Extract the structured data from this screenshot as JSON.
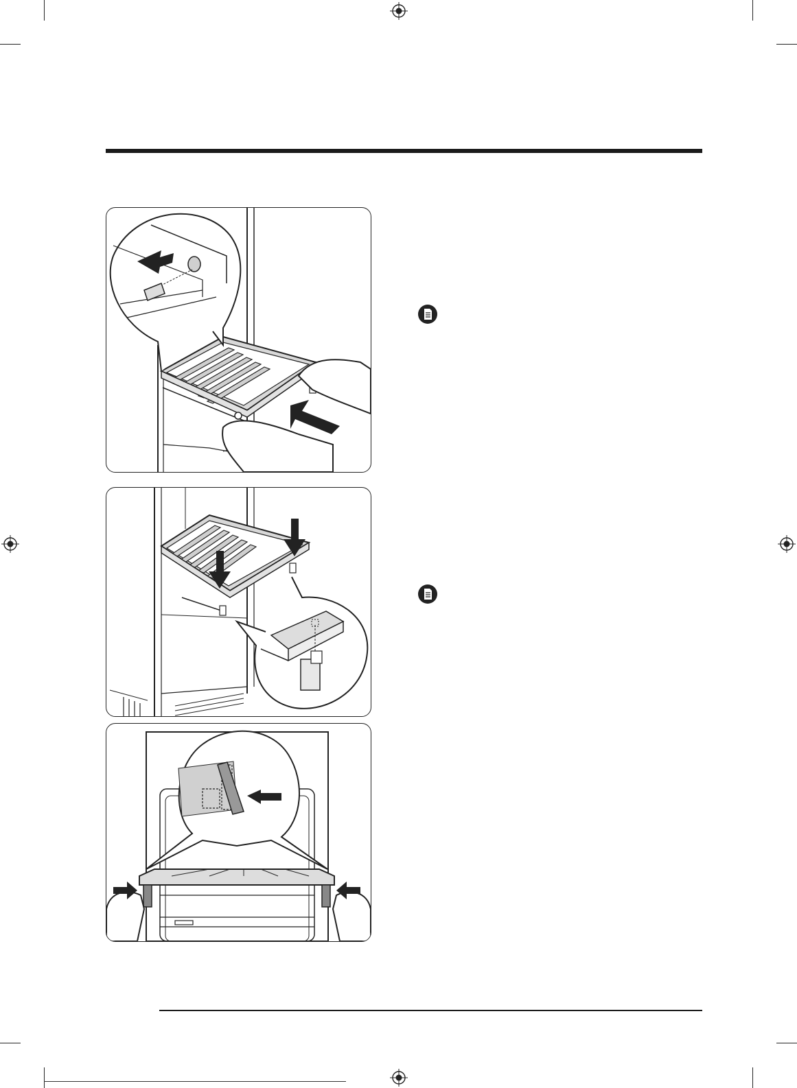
{
  "page": {
    "background": "#ffffff",
    "ink": "#1a1a1a",
    "panel_fill": "#ffffff",
    "shade": "#c9c9c9",
    "shade_dark": "#8c8c8c"
  },
  "panels": [
    {
      "id": "shelf-insert-step",
      "icons": [
        "push-arrow-icon",
        "pull-arrow-icon",
        "magnifier-callout"
      ]
    },
    {
      "id": "shelf-lower-step",
      "icons": [
        "down-arrow-icon",
        "down-arrow-icon",
        "magnifier-callout"
      ]
    },
    {
      "id": "shelf-side-clip-step",
      "icons": [
        "left-arrow-icon",
        "right-arrow-icon",
        "magnifier-callout"
      ]
    }
  ],
  "notes": [
    {
      "icon": "note-icon"
    },
    {
      "icon": "note-icon"
    }
  ]
}
